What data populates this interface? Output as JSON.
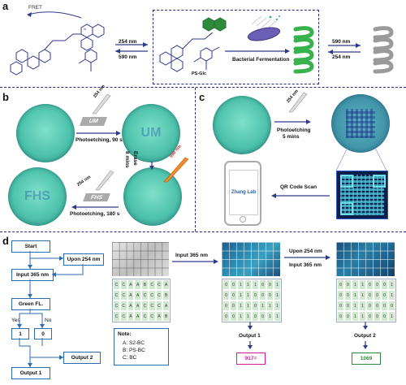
{
  "panel_a": {
    "label": "a",
    "fret": "FRET",
    "uv": "254 nm",
    "vis": "590 nm",
    "compound": "PS-Glc",
    "ferment": "Bacterial Fermentation",
    "vis2": "590 nm",
    "uv2": "254 nm"
  },
  "panel_b": {
    "label": "b",
    "step1": "Photoetching, 90 s",
    "lamp1": "254 nm",
    "erase_a": "Erase",
    "erase_b": "8 mins",
    "lamp_erase": "590 nm",
    "lamp2": "254 nm",
    "step2": "Photoetching, 180 s",
    "dish1_text": "",
    "dish2_text": "UM",
    "dish4_text": "FHS",
    "mask1": "UM",
    "mask2": "FHS"
  },
  "panel_c": {
    "label": "c",
    "lamp": "254 nm",
    "step_a": "Photoetching",
    "step_b": "5 mins",
    "phone_text": "Zhang Lab",
    "scan": "QR Code Scan"
  },
  "panel_d": {
    "label": "d",
    "start": "Start",
    "upon254": "Upon 254 nm",
    "input365": "Input 365 nm",
    "green": "Green FL.",
    "yes": "Yes",
    "no": "No",
    "one": "1",
    "zero": "0",
    "output2": "Output 2",
    "output1": "Output 1",
    "photo_label": "Input 365 nm",
    "upon254b": "Upon 254 nm",
    "input365b": "Input 365 nm",
    "grid1_rows": [
      [
        "C",
        "C",
        "A",
        "A",
        "B",
        "C",
        "C",
        "A"
      ],
      [
        "C",
        "C",
        "A",
        "A",
        "C",
        "C",
        "C",
        "B"
      ],
      [
        "C",
        "C",
        "A",
        "A",
        "C",
        "C",
        "C",
        "A"
      ],
      [
        "C",
        "C",
        "A",
        "A",
        "C",
        "C",
        "A",
        "B"
      ]
    ],
    "grid2_rows": [
      [
        "0",
        "0",
        "1",
        "1",
        "1",
        "0",
        "0",
        "1"
      ],
      [
        "0",
        "0",
        "1",
        "1",
        "0",
        "0",
        "0",
        "1"
      ],
      [
        "0",
        "0",
        "1",
        "1",
        "0",
        "1",
        "1",
        "1"
      ],
      [
        "0",
        "0",
        "1",
        "1",
        "0",
        "0",
        "1",
        "1"
      ]
    ],
    "grid3_rows": [
      [
        "0",
        "0",
        "1",
        "1",
        "0",
        "0",
        "0",
        "1"
      ],
      [
        "0",
        "0",
        "1",
        "1",
        "0",
        "0",
        "0",
        "1"
      ],
      [
        "0",
        "0",
        "1",
        "1",
        "0",
        "0",
        "0",
        "0"
      ],
      [
        "0",
        "0",
        "1",
        "1",
        "0",
        "0",
        "0",
        "1"
      ]
    ],
    "note_title": "Note:",
    "note_a": "A: S2-BC",
    "note_b": "B: PS-BC",
    "note_c": "C: BC",
    "output1b": "Output 1",
    "result1": "917=",
    "output2b": "Output 2",
    "result2": "1069"
  }
}
